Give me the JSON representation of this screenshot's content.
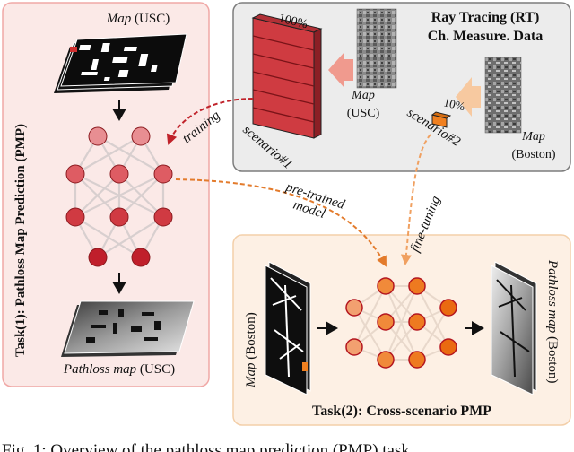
{
  "panels": {
    "task1": {
      "label": "Task(1): Pathloss Map Prediction (PMP)"
    },
    "task2": {
      "label": "Task(2): Cross-scenario PMP"
    },
    "rt": {
      "title_line1": "Ray Tracing (RT)",
      "title_line2": "Ch. Measure. Data"
    }
  },
  "task1": {
    "input_map_italic": "Map",
    "input_map_rest": " (USC)",
    "output_italic": "Pathloss map",
    "output_rest": " (USC)"
  },
  "rt": {
    "scenario1": {
      "label": "scenario#1",
      "percent": "100%",
      "map_label": "Map",
      "map_source": "(USC)"
    },
    "scenario2": {
      "label": "scenario#2",
      "percent": "10%",
      "map_label": "Map",
      "map_source": "(Boston)"
    }
  },
  "arrows": {
    "training": "training",
    "pretrained_line1": "pre-trained",
    "pretrained_line2": "model",
    "finetuning": "fine-tuning"
  },
  "task2": {
    "input_italic": "Map",
    "input_rest": " (Boston)",
    "output_italic": "Pathloss map",
    "output_rest": " (Boston)"
  },
  "caption_partial": "Fig. 1: Overview of the pathloss map prediction (PMP) task",
  "colors": {
    "task1_bg": "#fbe9e7",
    "task1_border": "#f0a8a6",
    "rt_bg": "#ececec",
    "rt_border": "#7d7d7d",
    "task2_bg": "#fdf0e4",
    "task2_border": "#f3cfa9",
    "node_dark": "#c01f2b",
    "node_mid": "#de4a52",
    "node_light": "#e88e92",
    "stack_red": "#cf3b41",
    "orange_fill": "#f08020",
    "orange_node_light": "#f2a070",
    "training_arrow": "#c0222a",
    "pretrained_arrow": "#e37b2c",
    "finetune_arrow": "#f0a060"
  }
}
